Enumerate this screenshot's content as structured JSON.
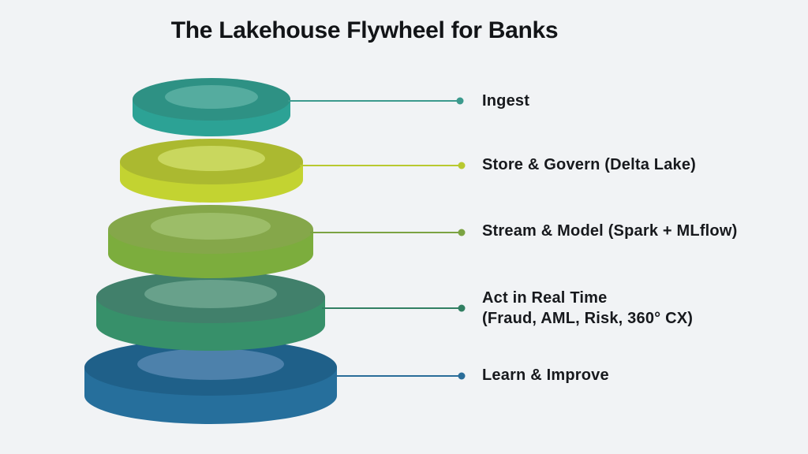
{
  "title": "The Lakehouse Flywheel for Banks",
  "background_color": "#f1f3f5",
  "text_color": "#17191d",
  "layers": [
    {
      "label": "Ingest",
      "colors": {
        "top": "#2e9184",
        "side": "#2ca295",
        "inner": "#55ac9f",
        "line": "#3c9a8d"
      }
    },
    {
      "label": "Store & Govern (Delta Lake)",
      "colors": {
        "top": "#abb930",
        "side": "#c3d331",
        "inner": "#c9d75e",
        "line": "#b8c930"
      }
    },
    {
      "label": "Stream & Model (Spark + MLflow)",
      "colors": {
        "top": "#85a74a",
        "side": "#7cad3d",
        "inner": "#9cbd68",
        "line": "#7ba342"
      }
    },
    {
      "label": "Act in Real Time",
      "label2": "(Fraud, AML, Risk, 360° CX)",
      "colors": {
        "top": "#41806b",
        "side": "#37906a",
        "inner": "#68a18b",
        "line": "#317f62"
      }
    },
    {
      "label": "Learn & Improve",
      "colors": {
        "top": "#1f6089",
        "side": "#266f9c",
        "inner": "#4d81ab",
        "line": "#2a6d99"
      }
    }
  ]
}
